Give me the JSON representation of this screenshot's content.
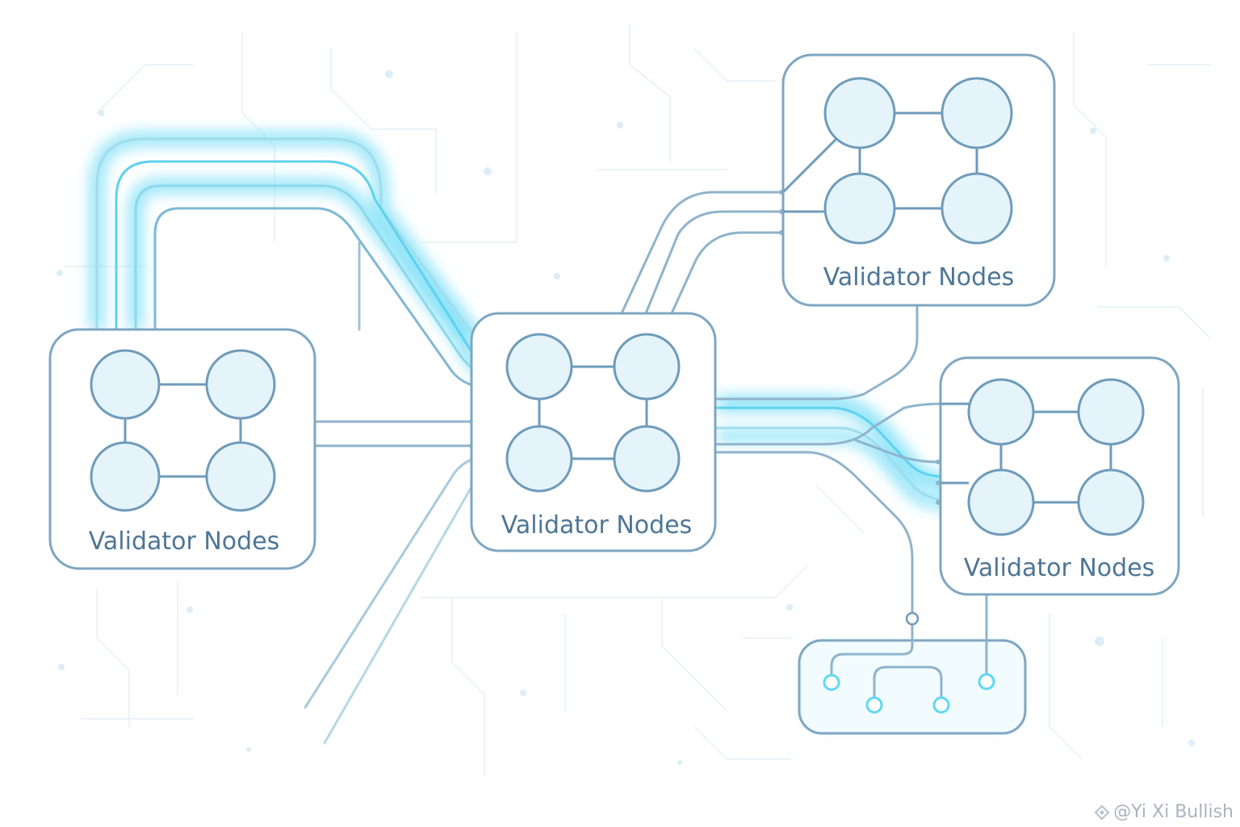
{
  "clusters": [
    {
      "id": "left",
      "label": "Validator Nodes"
    },
    {
      "id": "center",
      "label": "Validator Nodes"
    },
    {
      "id": "top-right",
      "label": "Validator Nodes"
    },
    {
      "id": "right",
      "label": "Validator Nodes"
    }
  ],
  "watermark": {
    "text": "@Yi Xi Bullish"
  },
  "colors": {
    "box_stroke": "#7fa6c2",
    "node_fill": "#e5f4fb",
    "node_stroke": "#6f9bbb",
    "glow": "#5fd8f5",
    "label": "#4d7596",
    "background_circuit": "#e6f2f8"
  }
}
